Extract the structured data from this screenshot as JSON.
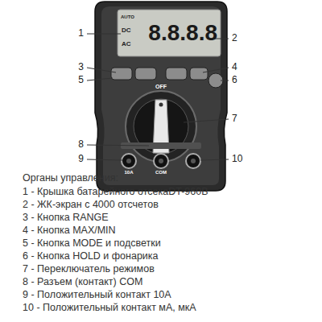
{
  "diagram": {
    "labels": [
      "1",
      "2",
      "3",
      "4",
      "5",
      "6",
      "7",
      "8",
      "9",
      "10",
      "8.8.8.8",
      "AUTO",
      "DC",
      "AC",
      "OFF",
      "10A",
      "COM",
      "Органы управления:",
      "1 - Крышка батарейного отсекаDT-960B",
      "2 - ЖК-экран с 4000 отсчетов",
      "3 - Кнопка RANGE",
      "4 - Кнопка MAX/MIN",
      "5 - Кнопка MODE и подсветки",
      "6 - Кнопка HOLD и фонарика",
      "7 - Переключатель режимов",
      "8 - Разъем (контакт) COM",
      "9 - Положительный контакт 10А",
      "10 - Положительный контакт мА, мкА"
    ]
  }
}
